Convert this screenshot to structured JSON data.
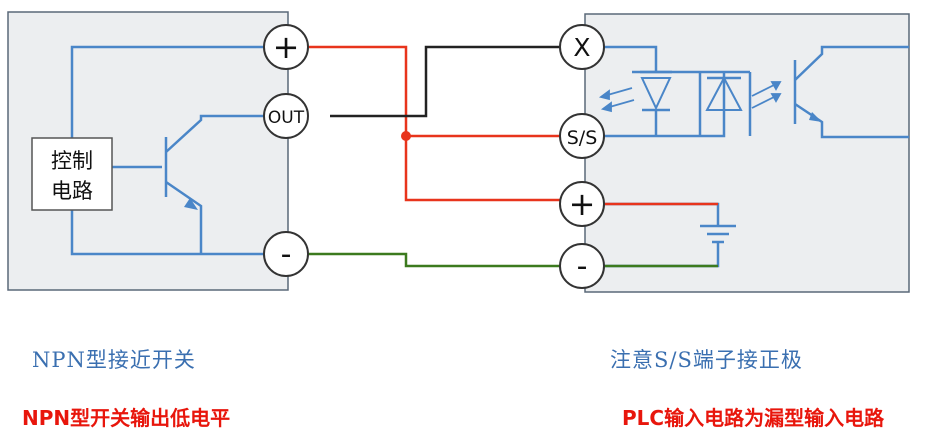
{
  "sensor": {
    "box_label_line1": "控制",
    "box_label_line2": "电路",
    "terminal_plus": "+",
    "terminal_out": "OUT",
    "terminal_minus": "-"
  },
  "plc": {
    "terminal_x": "X",
    "terminal_ss": "S/S",
    "terminal_plus": "+",
    "terminal_minus": "-"
  },
  "captions": {
    "sensor_caption": "NPN型接近开关",
    "plc_caption": "注意S/S端子接正极",
    "sensor_note": "NPN型开关输出低电平",
    "plc_note": "PLC输入电路为漏型输入电路"
  },
  "colors": {
    "panel_fill": "#eceef0",
    "panel_border": "#5a6878",
    "circuit_blue": "#4a86c8",
    "wire_red": "#e8341c",
    "wire_black": "#222222",
    "wire_green": "#3c7a1e",
    "terminal_border": "#333333"
  }
}
